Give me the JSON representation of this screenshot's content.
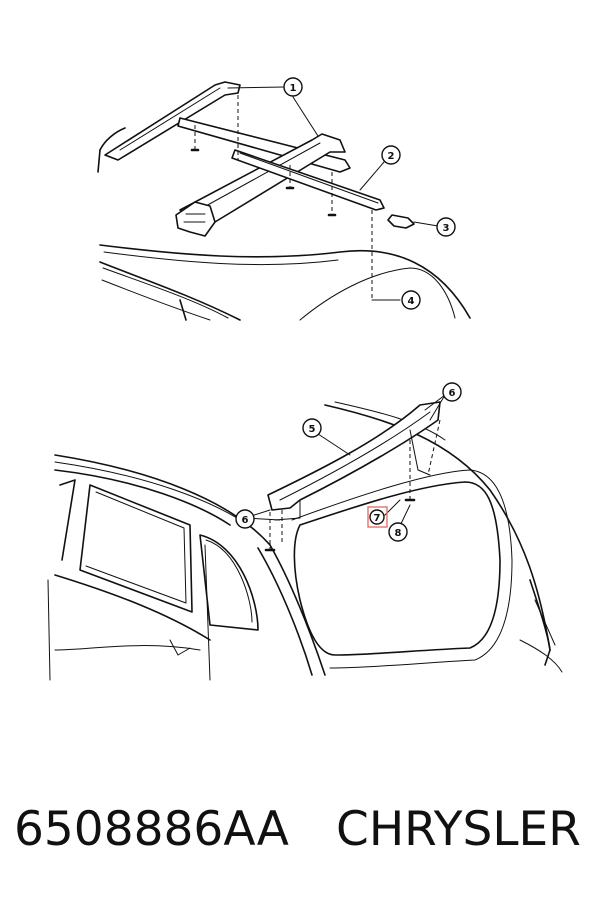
{
  "callouts": {
    "c1": "1",
    "c2": "2",
    "c3": "3",
    "c4": "4",
    "c5": "5",
    "c6a": "6",
    "c6b": "6",
    "c7": "7",
    "c8": "8"
  },
  "highlighted_callout": "7",
  "footer": {
    "part_number": "6508886AA",
    "brand": "CHRYSLER"
  }
}
